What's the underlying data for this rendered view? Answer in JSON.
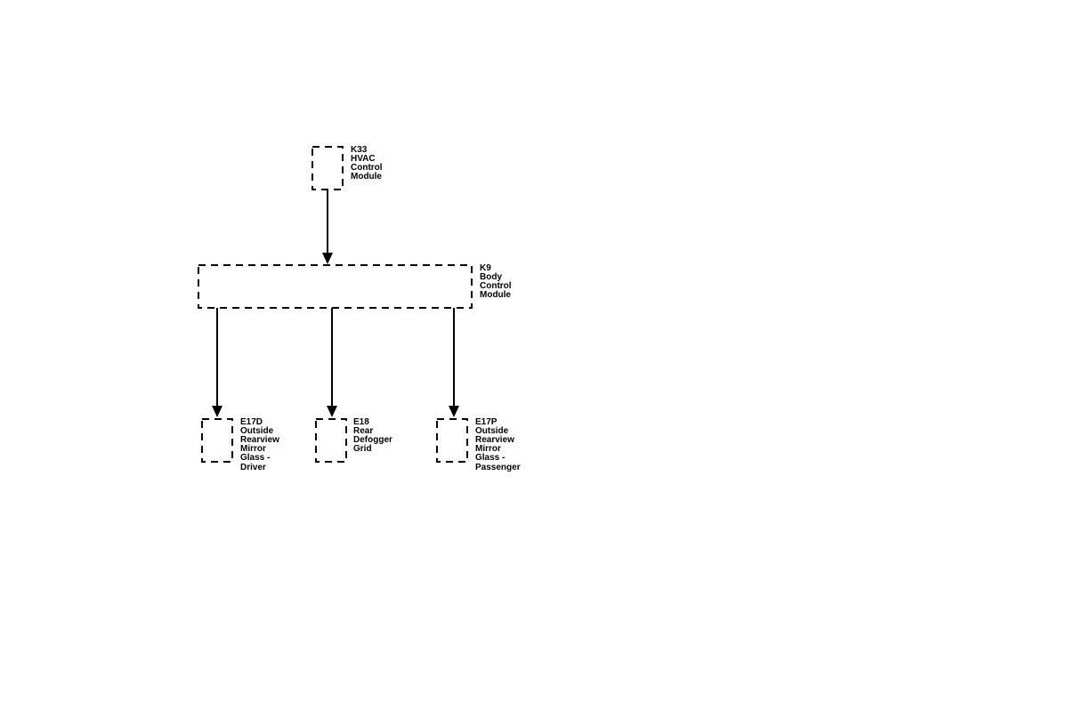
{
  "modules": {
    "k33": {
      "lines": [
        "K33",
        "HVAC",
        "Control",
        "Module"
      ]
    },
    "k9": {
      "lines": [
        "K9",
        "Body",
        "Control",
        "Module"
      ]
    },
    "e17d": {
      "lines": [
        "E17D",
        "Outside",
        "Rearview",
        "Mirror",
        "Glass -",
        "Driver"
      ]
    },
    "e18": {
      "lines": [
        "E18",
        "Rear",
        "Defogger",
        "Grid"
      ]
    },
    "e17p": {
      "lines": [
        "E17P",
        "Outside",
        "Rearview",
        "Mirror",
        "Glass -",
        "Passenger"
      ]
    }
  },
  "colors": {
    "line": "#000000",
    "background": "#ffffff"
  }
}
